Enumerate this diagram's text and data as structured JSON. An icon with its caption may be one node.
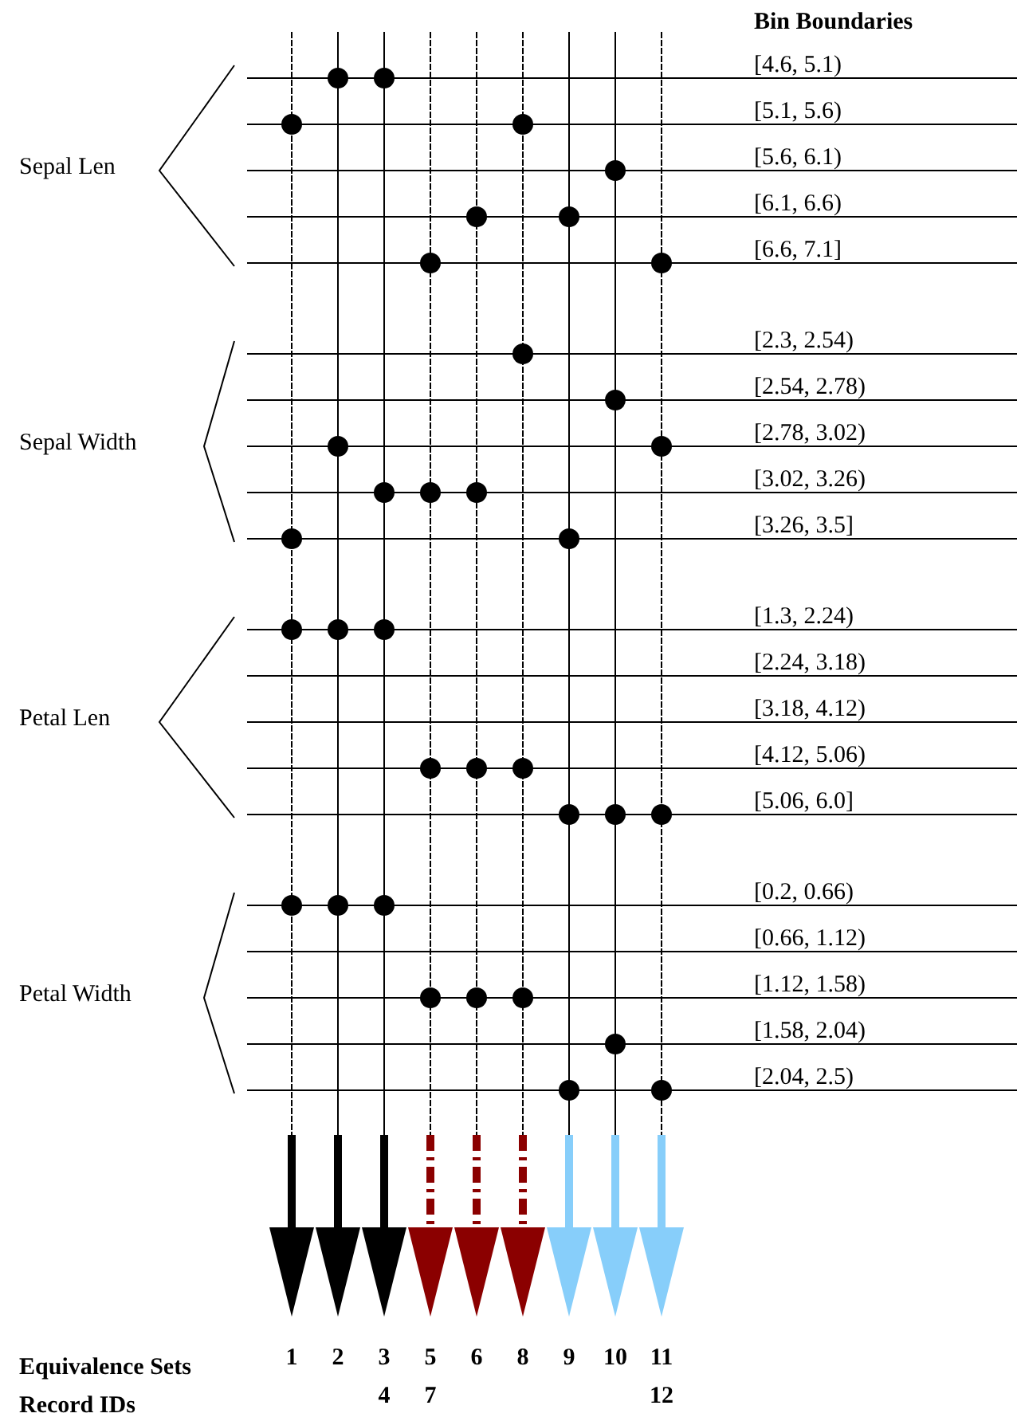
{
  "diagram": {
    "labels": [
      "Bin Boundaries",
      "Sepal Len",
      "[4.6, 5.1)",
      "[5.1, 5.6)",
      "[5.6, 6.1)",
      "[6.1, 6.6)",
      "[6.6, 7.1]",
      "Sepal Width",
      "[2.3, 2.54)",
      "[2.54, 2.78)",
      "[2.78, 3.02)",
      "[3.02, 3.26)",
      "[3.26, 3.5]",
      "Petal Len",
      "[1.3, 2.24)",
      "[2.24, 3.18)",
      "[3.18, 4.12)",
      "[4.12, 5.06)",
      "[5.06, 6.0]",
      "Petal Width",
      "[0.2, 0.66)",
      "[0.66, 1.12)",
      "[1.12, 1.58)",
      "[1.58, 2.04)",
      "[2.04, 2.5)",
      "Equivalence Sets",
      "1",
      "2",
      "3",
      "5",
      "6",
      "8",
      "9",
      "10",
      "11",
      "Record IDs",
      "4",
      "7",
      "12"
    ]
  }
}
